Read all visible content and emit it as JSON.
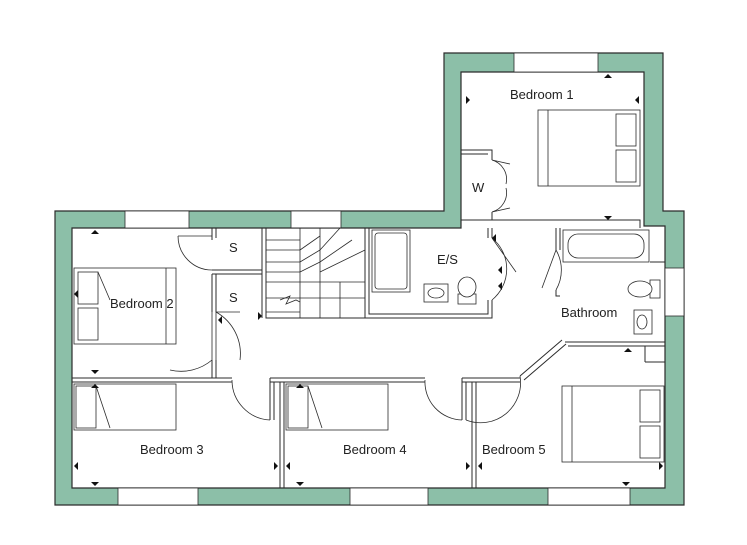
{
  "rooms": {
    "bedroom1": "Bedroom 1",
    "bedroom2": "Bedroom 2",
    "bedroom3": "Bedroom 3",
    "bedroom4": "Bedroom 4",
    "bedroom5": "Bedroom 5",
    "ensuite": "E/S",
    "bathroom": "Bathroom",
    "wardrobe": "W",
    "storage1": "S",
    "storage2": "S"
  },
  "colors": {
    "wall": "#8cbfa8",
    "line": "#2b2b2b",
    "floor": "#ffffff"
  }
}
